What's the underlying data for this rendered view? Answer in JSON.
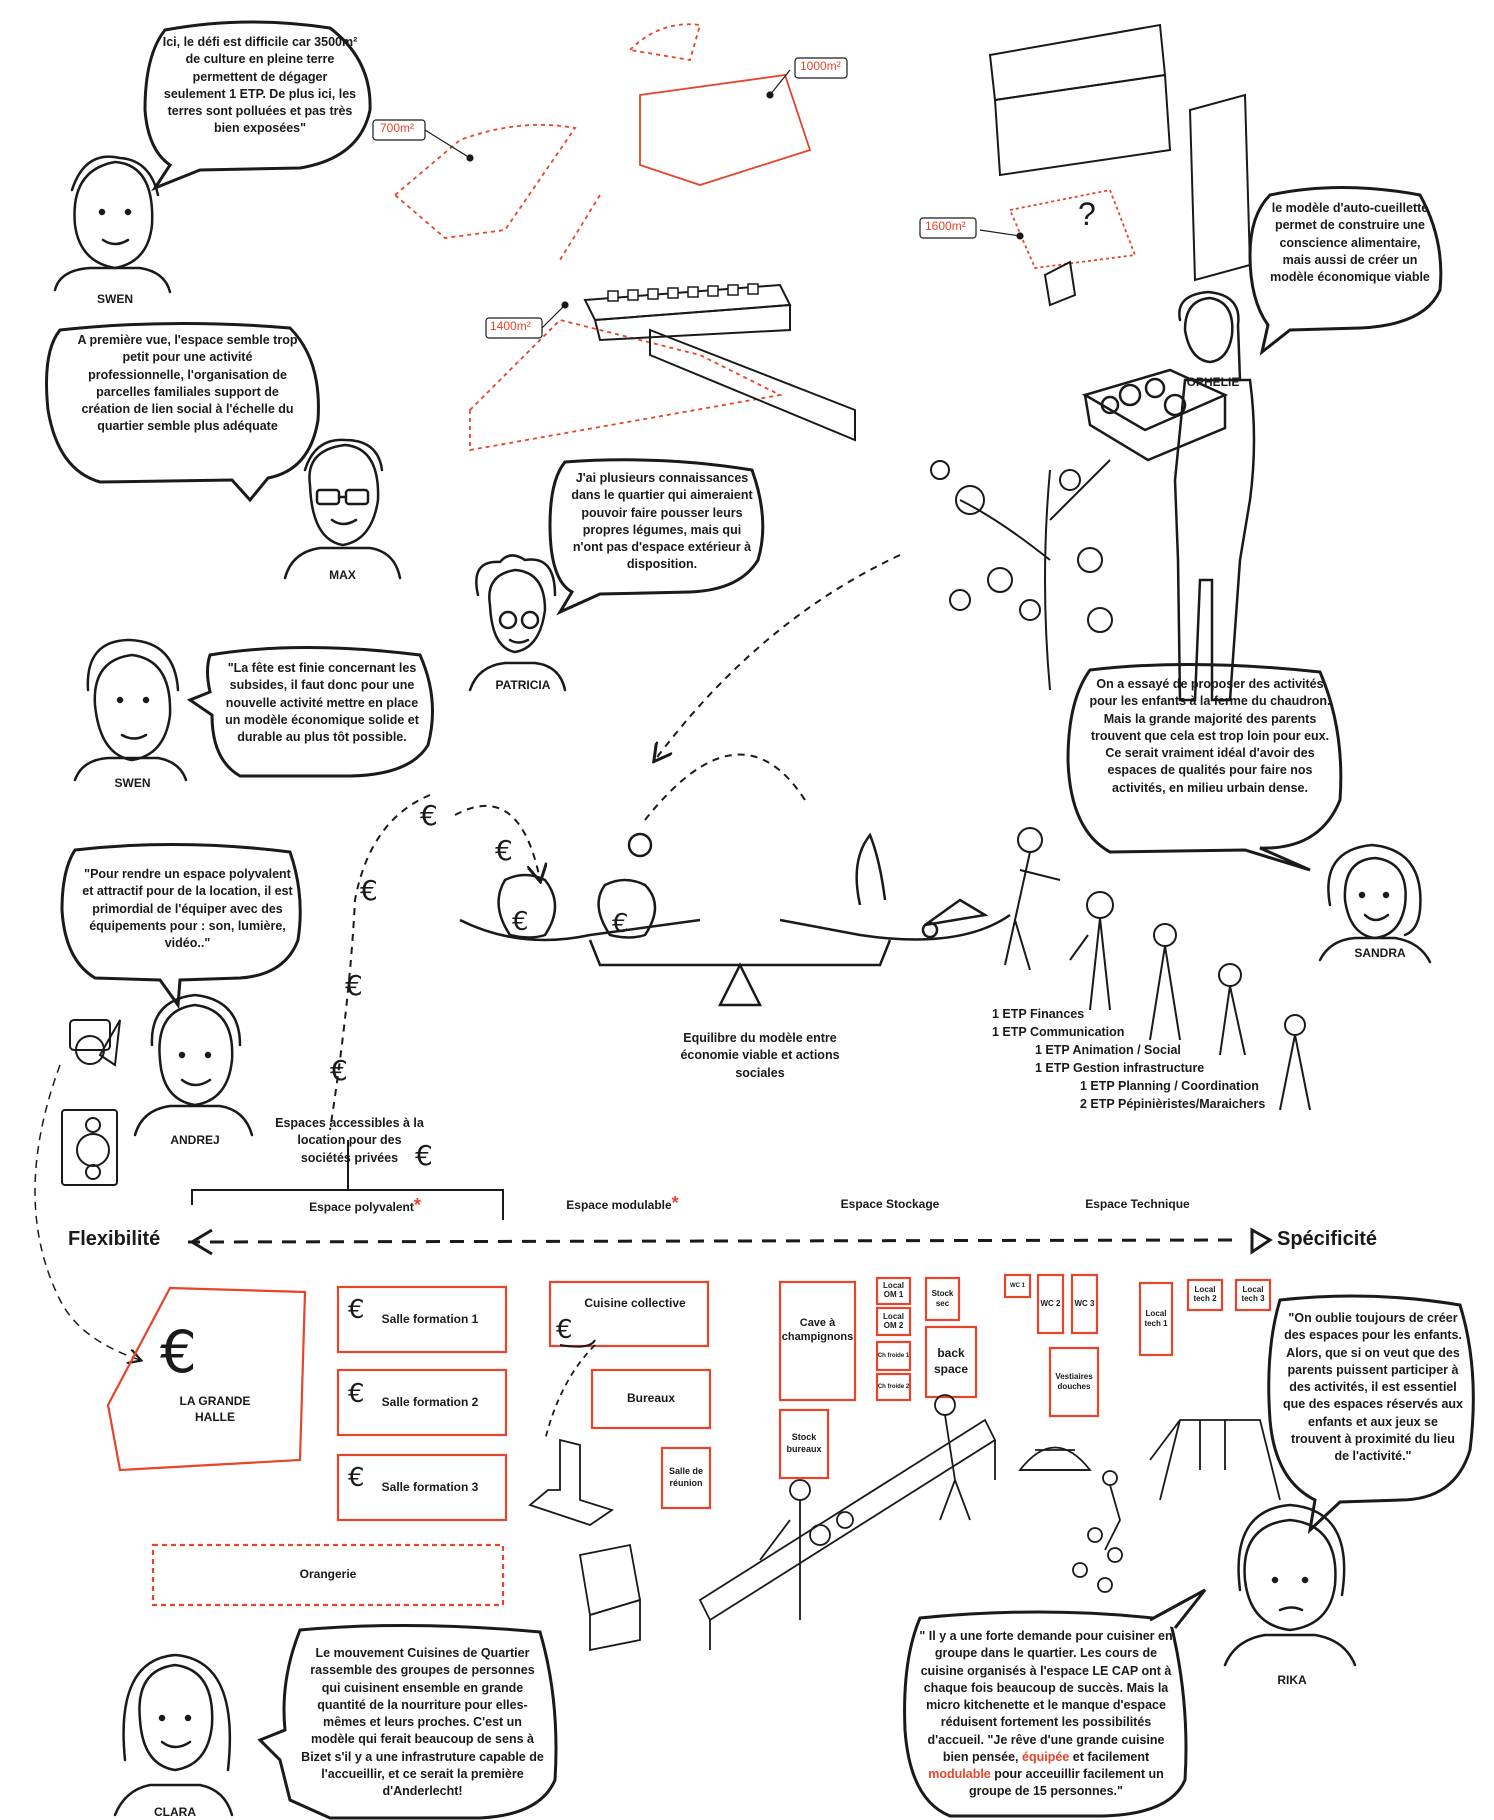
{
  "colors": {
    "ink": "#1a1a1a",
    "accent": "#e8432b"
  },
  "bubbles": {
    "swen1": "Ici, le défi est difficile car 3500m² de culture en pleine terre permettent de dégager seulement 1 ETP. De plus ici, les terres sont polluées et pas très bien exposées\"",
    "max": "A première vue, l'espace semble trop petit pour une activité professionnelle, l'organisation de parcelles familiales support de création de lien social à l'échelle du quartier semble plus adéquate",
    "patricia": "J'ai plusieurs connaissances dans le quartier qui aimeraient pouvoir faire pousser leurs propres légumes, mais qui n'ont pas d'espace extérieur à disposition.",
    "swen2": "\"La fête est finie concernant les subsides, il faut donc pour une nouvelle activité mettre en place un modèle économique solide et durable au plus tôt possible.",
    "ophelie": "le modèle d'auto-cueillette permet de construire une conscience alimentaire, mais aussi de créer un modèle économique viable",
    "sandra": "On a essayé de proposer des activités pour les enfants à la ferme du chaudron. Mais la grande majorité des parents trouvent que cela est trop loin pour eux. Ce serait vraiment idéal d'avoir des espaces de qualités pour faire nos activités, en milieu urbain dense.",
    "andrej": "\"Pour rendre un espace polyvalent et attractif pour de la location, il est primordial de l'équiper avec des équipements pour : son, lumière, vidéo..\"",
    "rika": "\"On oublie toujours de créer des espaces pour les enfants. Alors, que si on veut que des parents puissent participer à des activités, il est essentiel que des espaces réservés aux enfants et aux jeux se trouvent à proximité du lieu de l'activité.\"",
    "clara": "Le mouvement Cuisines de Quartier rassemble des groupes de personnes qui cuisinent ensemble en grande quantité de la nourriture pour elles-mêmes et leurs proches. C'est un modèle qui ferait beaucoup de sens à Bizet s'il y a une infrastruture capable de l'accueillir, et ce serait la première d'Anderlecht!",
    "cook_part1": "\" Il y a une forte demande pour cuisiner en groupe dans le quartier. Les cours de cuisine organisés à l'espace LE CAP ont à chaque fois beaucoup de succès. Mais la micro kitchenette et le manque d'espace réduisent fortement les possibilités d'accueil. \"Je rêve d'une grande cuisine bien pensée,",
    "cook_equipee": "équipée",
    "cook_et": "et facilement",
    "cook_modulable": "modulable",
    "cook_end": "pour acceuillir facilement un groupe de 15 personnes.\""
  },
  "names": {
    "swen1": "SWEN",
    "max": "MAX",
    "patricia": "PATRICIA",
    "swen2": "SWEN",
    "ophelie": "OPHELIE",
    "sandra": "SANDRA",
    "andrej": "ANDREJ",
    "rika": "RIKA",
    "clara": "CLARA"
  },
  "plots": {
    "p700": "700m²",
    "p1000": "1000m²",
    "p1400": "1400m²",
    "p1600": "1600m²"
  },
  "balance": {
    "caption": "Equilibre du modèle entre économie viable et actions sociales"
  },
  "etp": [
    "1 ETP Finances",
    "1 ETP Communication",
    "1 ETP Animation / Social",
    "1 ETP Gestion infrastructure",
    "1 ETP Planning / Coordination",
    "2 ETP Pépinièristes/Maraichers"
  ],
  "location_label": "Espaces accessibles à la location pour des sociétés privées",
  "categories": {
    "polyvalent": "Espace polyvalent",
    "modulable": "Espace modulable",
    "stockage": "Espace Stockage",
    "technique": "Espace Technique",
    "star": "*"
  },
  "axis": {
    "left": "Flexibilité",
    "right": "Spécificité"
  },
  "rooms": {
    "grande_halle": "LA GRANDE HALLE",
    "salle1": "Salle formation 1",
    "salle2": "Salle formation 2",
    "salle3": "Salle formation 3",
    "orangerie": "Orangerie",
    "cuisine": "Cuisine collective",
    "bureaux": "Bureaux",
    "reunion": "Salle de réunion",
    "cave": "Cave à champignons",
    "stock_bureaux": "Stock bureaux",
    "local_om1": "Local OM 1",
    "local_om2": "Local OM 2",
    "ch_froide1": "Ch froide 1",
    "ch_froide2": "Ch froide 2",
    "stock_sec": "Stock sec",
    "back_space": "back space",
    "wc1": "WC 1",
    "wc2": "WC 2",
    "wc3": "WC 3",
    "vestiaires": "Vestiaires douches",
    "local_tech1": "Local tech 1",
    "local_tech2": "Local tech 2",
    "local_tech3": "Local tech 3"
  },
  "euro": "€"
}
